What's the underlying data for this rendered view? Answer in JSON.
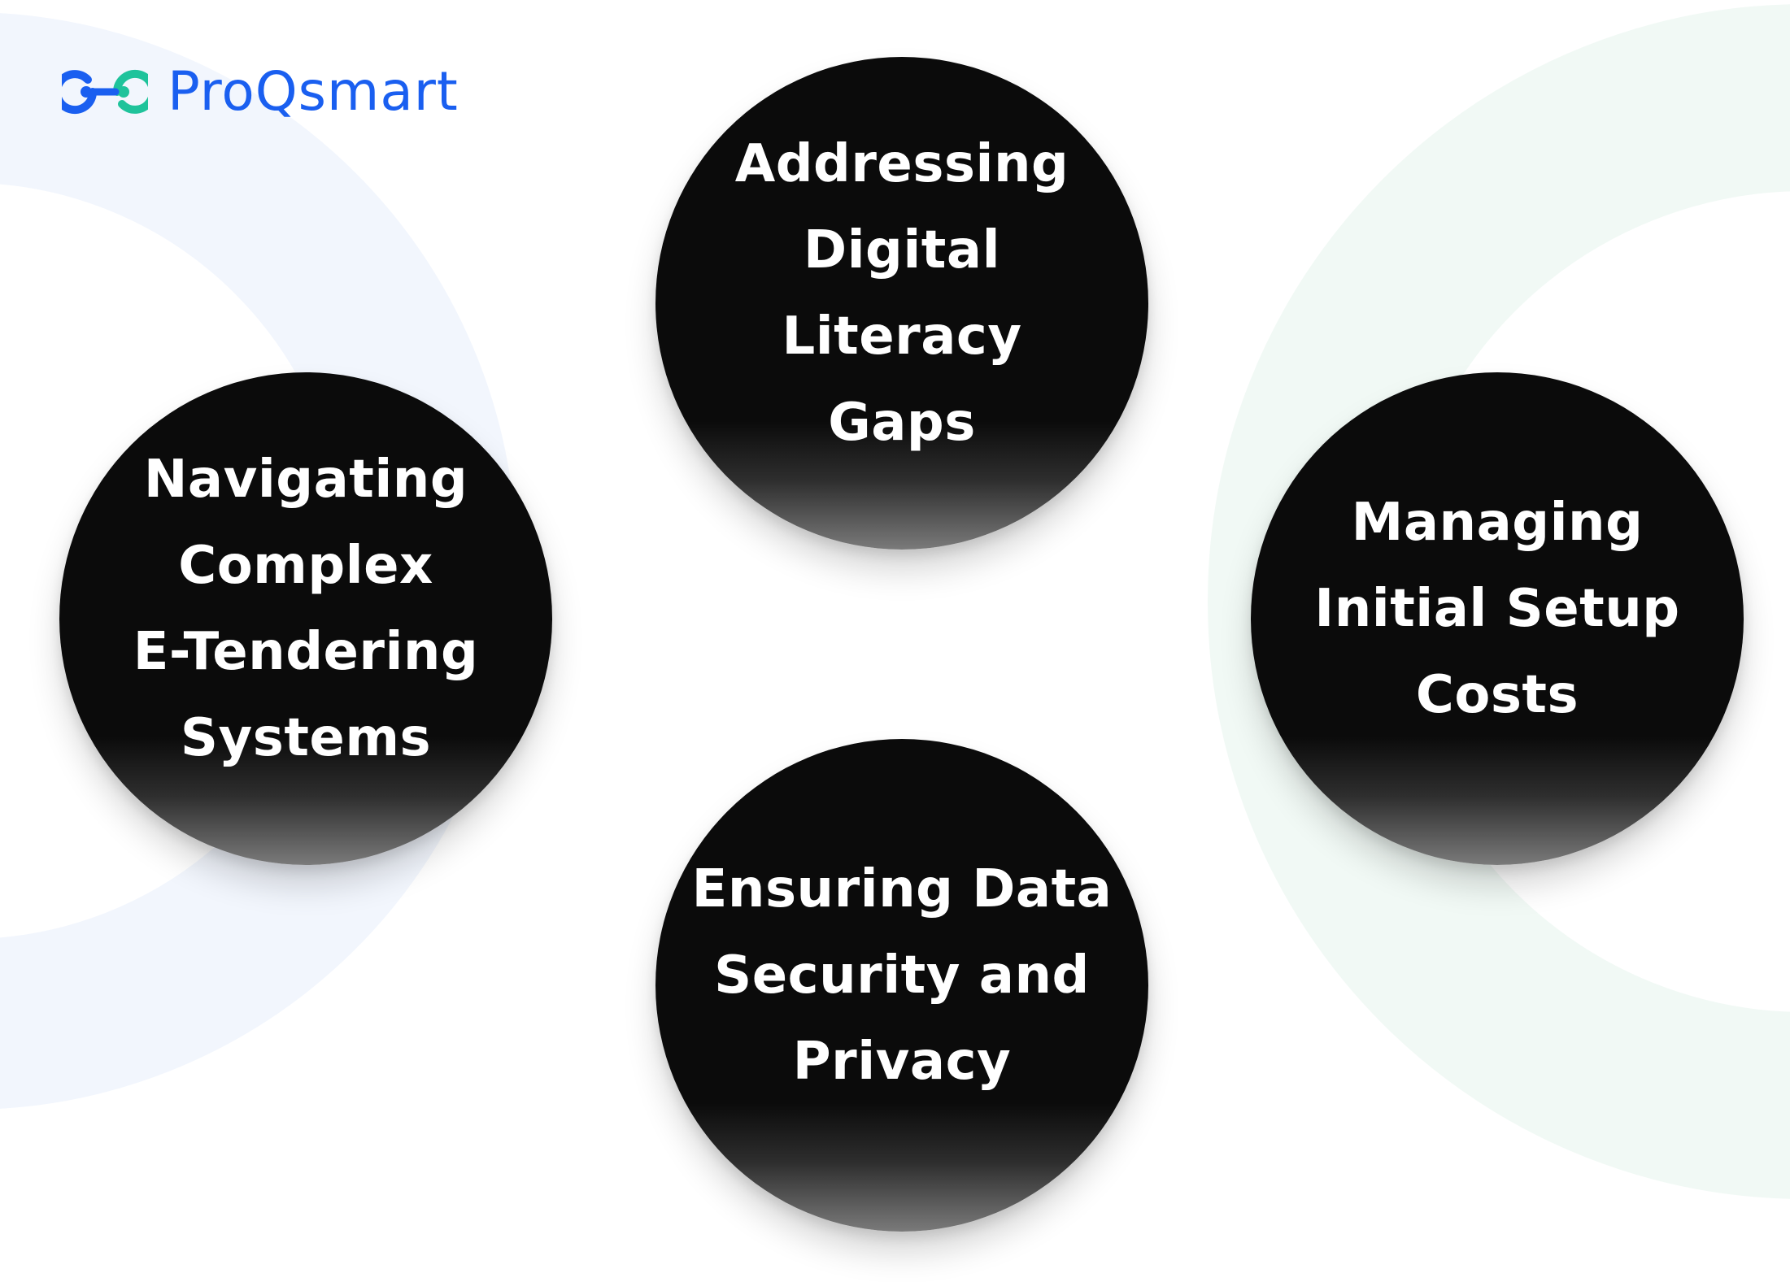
{
  "brand": {
    "name": "ProQsmart",
    "logo_icon": "infinity-link-icon",
    "colors": {
      "blue": "#1a5ff0",
      "green": "#1fc39b"
    }
  },
  "background": {
    "left_arc_color": "#f2f6fd",
    "right_arc_color": "#f1f9f5"
  },
  "circles": {
    "top": {
      "label": "Addressing\nDigital Literacy\nGaps"
    },
    "left": {
      "label": "Navigating\nComplex\nE-Tendering\nSystems"
    },
    "right": {
      "label": "Managing\nInitial Setup\nCosts"
    },
    "bottom": {
      "label": "Ensuring Data\nSecurity and\nPrivacy"
    }
  }
}
